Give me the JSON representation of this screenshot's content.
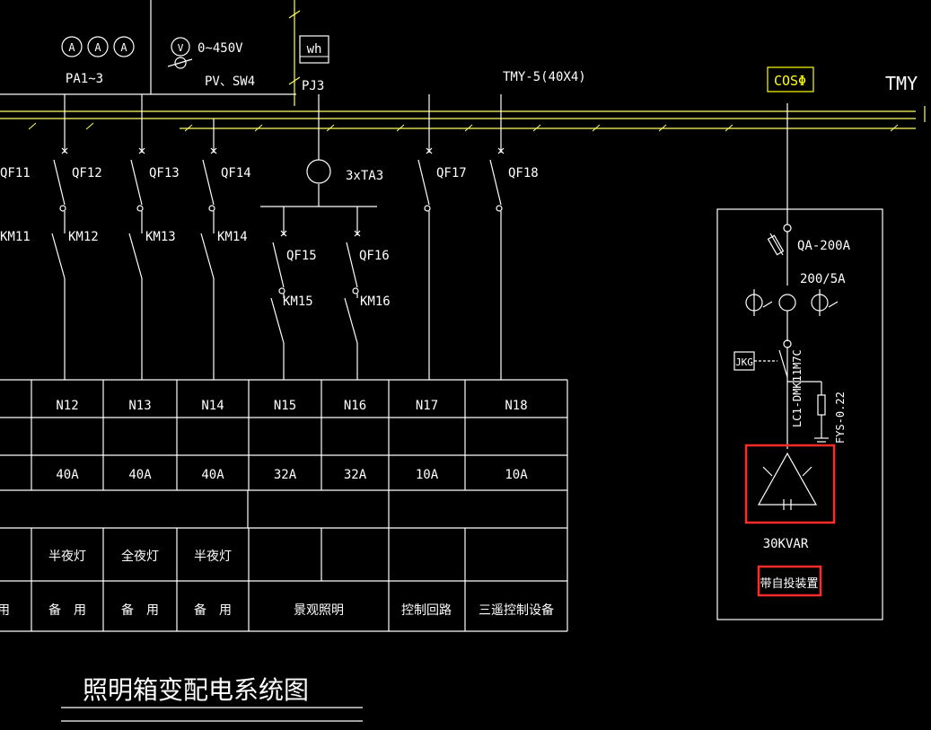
{
  "colors": {
    "background": "#000000",
    "line": "#ffffff",
    "busbar": "#ffff66",
    "highlight": "#ff2a2a",
    "cos_box": "#ffff00"
  },
  "header": {
    "ammeters": {
      "glyph": "A",
      "label": "PA1~3"
    },
    "voltmeter": {
      "glyph": "V",
      "range": "0~450V",
      "label": "PV、SW4"
    },
    "watthour": {
      "glyph": "wh",
      "label": "PJ3"
    },
    "busbar_spec": "TMY-5(40X4)",
    "cos_phi": "COSΦ",
    "bus_label": "TMY"
  },
  "feeders": [
    {
      "breaker": "QF11",
      "contactor": "KM11"
    },
    {
      "breaker": "QF12",
      "contactor": "KM12"
    },
    {
      "breaker": "QF13",
      "contactor": "KM13"
    },
    {
      "breaker": "QF14",
      "contactor": "KM14"
    },
    {
      "breaker": "QF15",
      "contactor": "KM15"
    },
    {
      "breaker": "QF16",
      "contactor": "KM16"
    },
    {
      "breaker": "QF17"
    },
    {
      "breaker": "QF18"
    }
  ],
  "ct_label": "3xTA3",
  "compensation": {
    "breaker": "QA-200A",
    "ct_ratio": "200/5A",
    "controller": "JKG",
    "contactor": "LC1-DMK11M7C",
    "arrester": "FYS-0.22",
    "capacity": "30KVAR",
    "note": "带自投装置"
  },
  "table": {
    "circuits": [
      "N12",
      "N13",
      "N14",
      "N15",
      "N16",
      "N17",
      "N18"
    ],
    "currents": [
      "40A",
      "40A",
      "40A",
      "32A",
      "32A",
      "10A",
      "10A"
    ],
    "loads": [
      "半夜灯",
      "全夜灯",
      "半夜灯"
    ],
    "uses": [
      "用",
      "备　用",
      "备　用",
      "备　用",
      "景观照明",
      "控制回路",
      "三遥控制设备"
    ]
  },
  "title": "照明箱变配电系统图"
}
